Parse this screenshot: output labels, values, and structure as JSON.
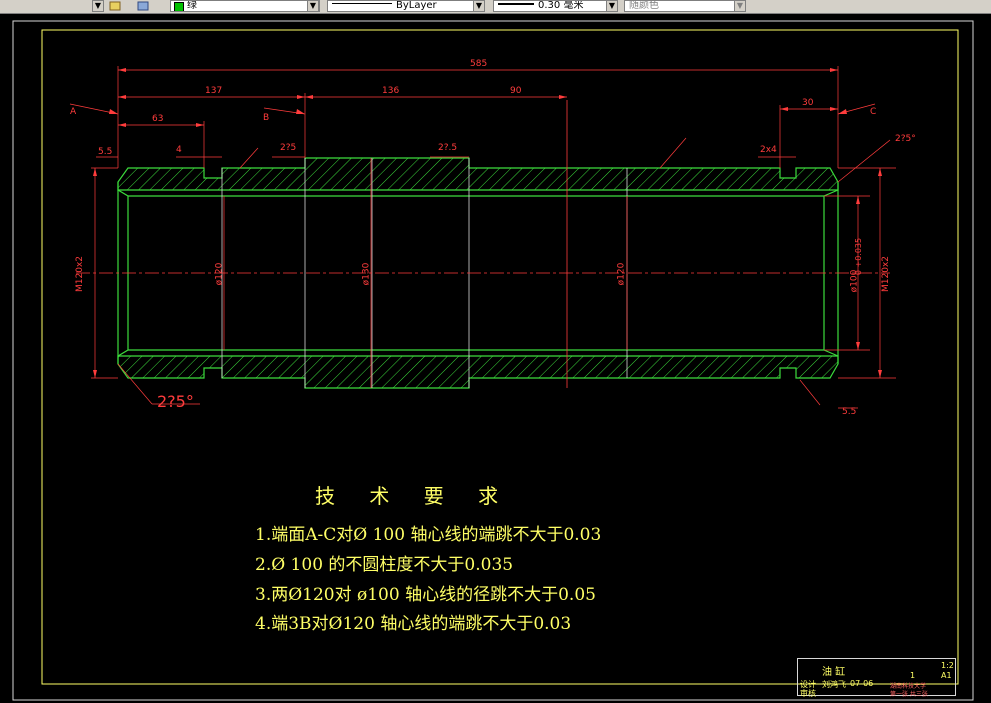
{
  "toolbar": {
    "color_value": "绿",
    "linetype_value": "ByLayer",
    "lineweight_value": "0.30 毫米",
    "plotstyle_value": "随颜色"
  },
  "drawing": {
    "dims": {
      "overall": "585",
      "d137": "137",
      "d63": "63",
      "d136": "136",
      "d90": "90",
      "d30": "30",
      "d5_5_left": "5.5",
      "d4": "4",
      "groove_275_left": "2?5",
      "groove_275_mid": "2?.5",
      "chamfer_2x4": "2x4",
      "d5_5_right": "5.5",
      "chamfer_275_top": "2?5°",
      "chamfer_275_bottom": "2?5°",
      "thread_left": "M120x2",
      "thread_right": "M120x2",
      "dia_120_left": "ø120",
      "dia_130": "ø130",
      "dia_120_right": "ø120",
      "dia_100": "ø100",
      "tol_100": "0 +0.035",
      "section_a": "A",
      "section_b": "B",
      "section_c": "C"
    },
    "tech_title": "技 术 要 求",
    "tech_lines": [
      "1.端面A-C对Ø 100  轴心线的端跳不大于0.03",
      "2.Ø 100  的不圆柱度不大于0.035",
      "3.两Ø120对 ø100 轴心线的径跳不大于0.05",
      "4.端3B对Ø120 轴心线的端跳不大于0.03"
    ],
    "title_block": {
      "name": "油 缸",
      "scale": "1:2",
      "sheet": "A1",
      "count": "1",
      "code": "07-06",
      "designer": "设计",
      "checker": "审核",
      "drawn": "刘鸿飞",
      "school": "湖南科技大学",
      "class_label": "第一张 共三张"
    }
  },
  "colors": {
    "outline": "#3cdc3c",
    "dim": "#ff3c3c",
    "text": "#ffff66",
    "frame": "#d8d8d8"
  }
}
